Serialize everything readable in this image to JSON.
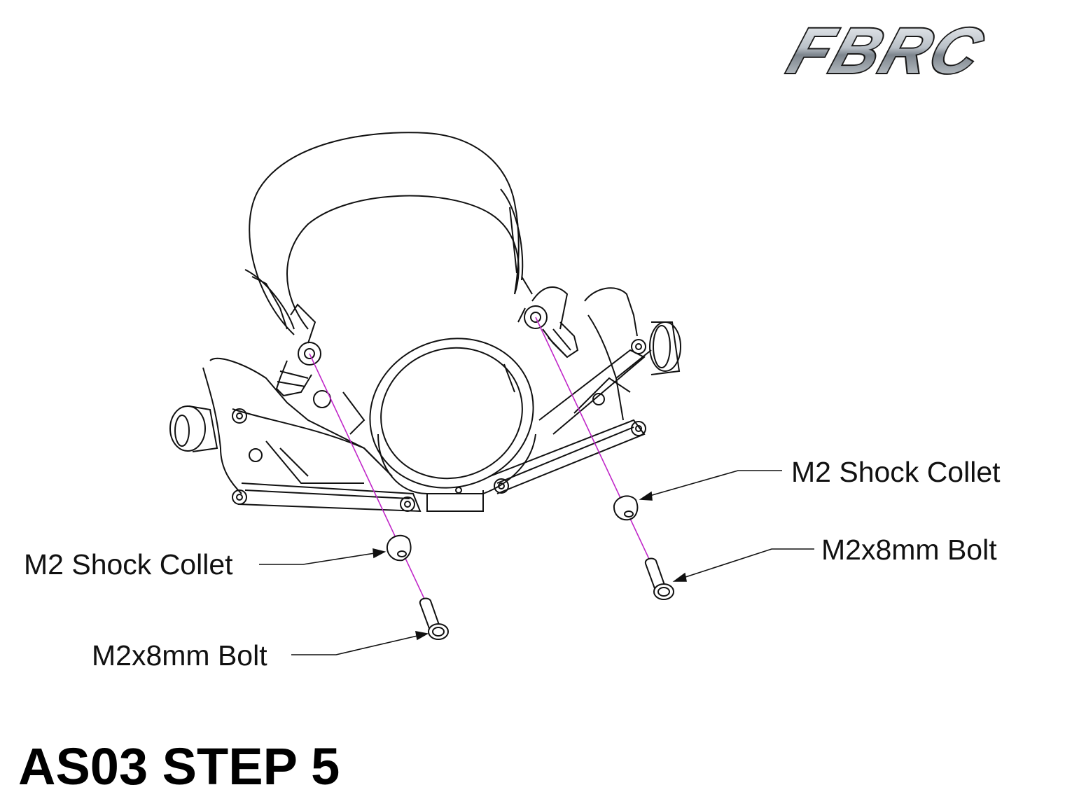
{
  "logo": {
    "text": "FBRC"
  },
  "callouts": {
    "left_collet": "M2 Shock Collet",
    "left_bolt": "M2x8mm Bolt",
    "right_collet": "M2 Shock Collet",
    "right_bolt": "M2x8mm Bolt"
  },
  "title": "AS03 STEP 5",
  "colors": {
    "line": "#111111",
    "guide": "#c026c8",
    "logo_fill": "#9aa1a8",
    "logo_edge": "#1a1a1a"
  }
}
